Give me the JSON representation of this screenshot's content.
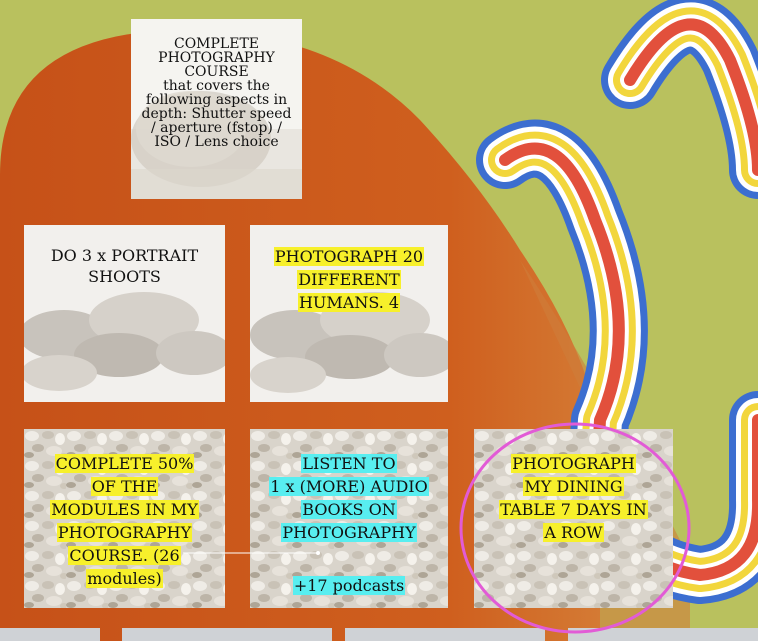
{
  "colors": {
    "background": "#b9c15e",
    "arch": "#c95a1c",
    "highlight_yellow": "#f7f02b",
    "highlight_cyan": "#58eef0",
    "circle": "#e25bd6",
    "stripe_blue": "#3c6ed0",
    "stripe_yellow": "#f2d63c",
    "stripe_red": "#e2503c"
  },
  "cards": {
    "course": {
      "lines": [
        "COMPLETE",
        "PHOTOGRAPHY",
        "COURSE",
        "that covers the",
        "following aspects in",
        "depth: Shutter speed",
        "/ aperture (fstop) /",
        "ISO / Lens choice"
      ],
      "image": "boulder-photo"
    },
    "portrait": {
      "lines": [
        "DO 3 x PORTRAIT",
        "SHOOTS"
      ],
      "image": "stones-photo"
    },
    "humans": {
      "lines": [
        "PHOTOGRAPH 20",
        "DIFFERENT",
        "HUMANS. 4"
      ],
      "image": "stones-photo"
    },
    "modules": {
      "lines": [
        "COMPLETE 50%",
        "OF THE",
        "MODULES IN MY",
        "PHOTOGRAPHY",
        "COURSE. (26",
        "modules)"
      ],
      "image": "pebbles-photo"
    },
    "audiobooks": {
      "lines": [
        "LISTEN TO",
        "1 x (MORE) AUDIO",
        "BOOKS ON",
        "PHOTOGRAPHY"
      ],
      "extra": "+17 podcasts",
      "image": "pebbles-photo"
    },
    "dining": {
      "lines": [
        "PHOTOGRAPH",
        "MY DINING",
        "TABLE 7 DAYS IN",
        "A ROW"
      ],
      "image": "pebbles-photo"
    }
  },
  "annotations": {
    "circle": "circle-mark",
    "connector": "connector-line"
  }
}
